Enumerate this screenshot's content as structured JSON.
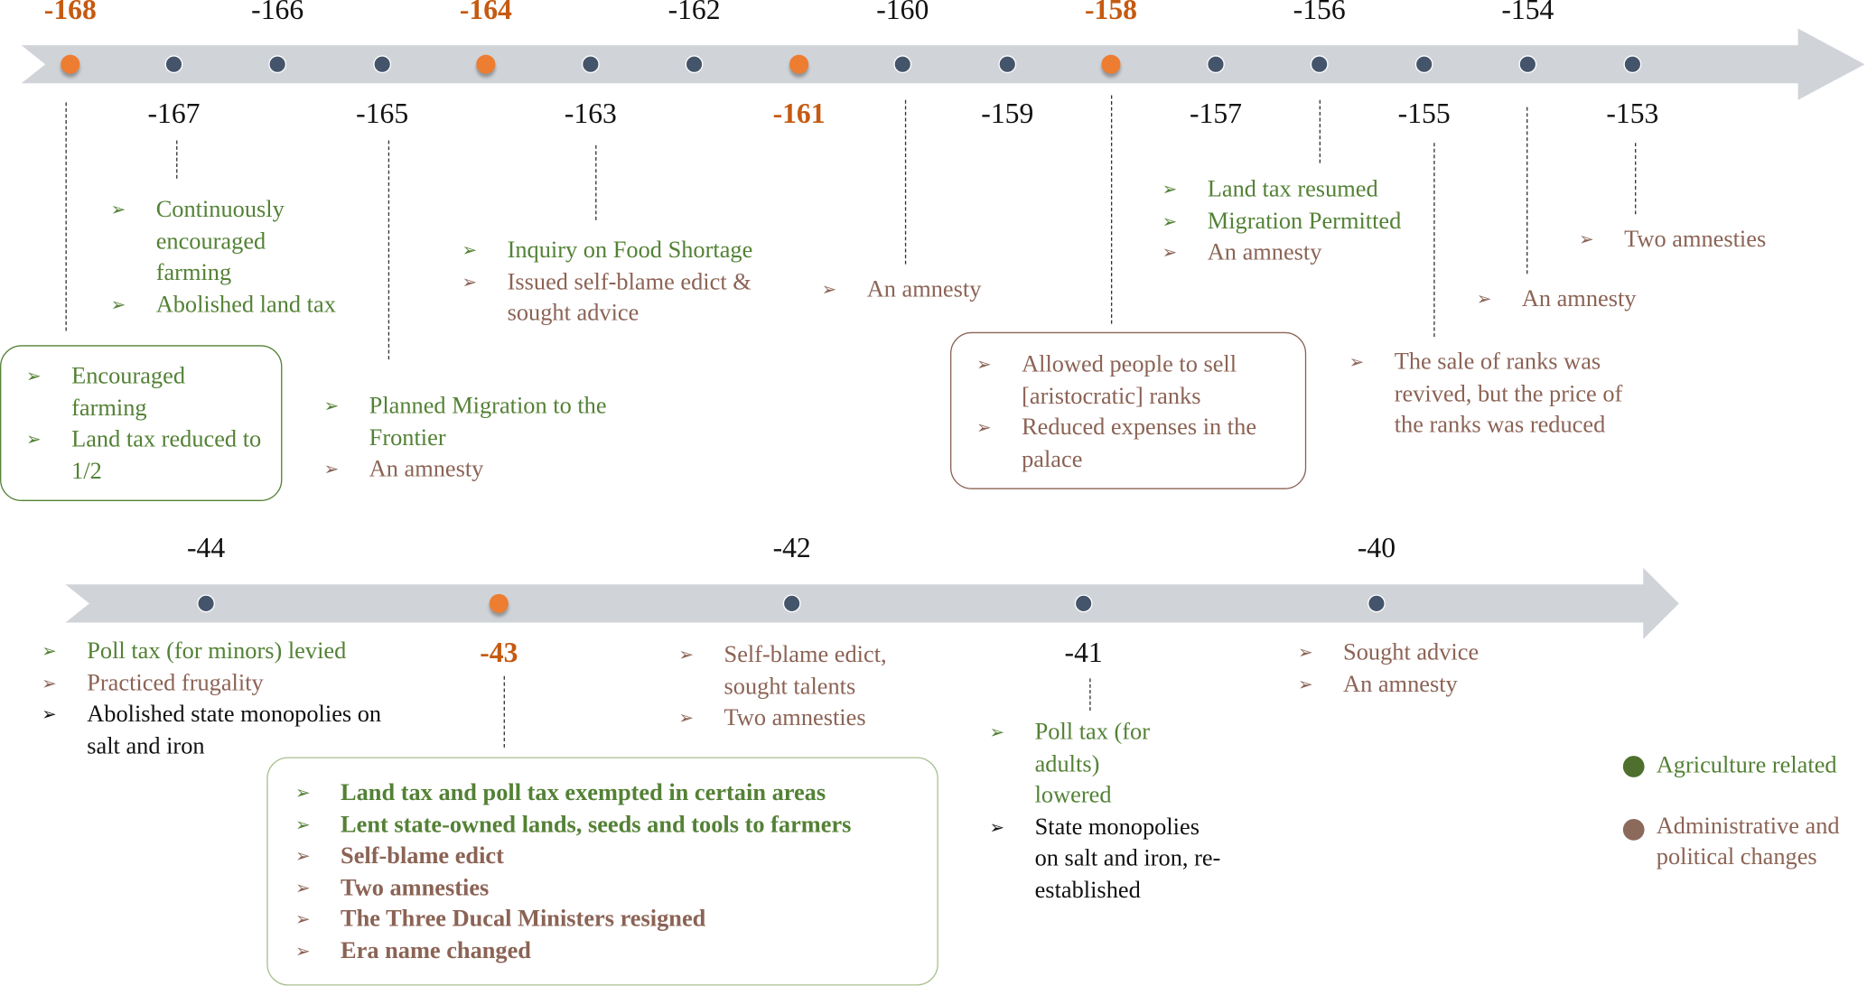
{
  "colors": {
    "highlight": "#c55a11",
    "dot_normal": "#44546a",
    "dot_highlight": "#ed7d31",
    "agriculture": "#538135",
    "administrative": "#8b6355",
    "bar": "#d0d3d8"
  },
  "top_timeline": {
    "years": [
      "-168",
      "-167",
      "-166",
      "-165",
      "-164",
      "-163",
      "-162",
      "-161",
      "-160",
      "-159",
      "-158",
      "-157",
      "-156",
      "-155",
      "-154",
      "-153"
    ],
    "highlighted": [
      "-168",
      "-164",
      "-161",
      "-158"
    ],
    "events": [
      {
        "year": "-168",
        "items": [
          "Encouraged farming",
          "Land tax reduced to 1/2"
        ]
      },
      {
        "year": "-167",
        "items": [
          "Continuously encouraged farming",
          "Abolished land tax"
        ]
      },
      {
        "year": "-165",
        "items": [
          "Planned Migration to the Frontier",
          "An amnesty"
        ]
      },
      {
        "year": "-163",
        "items": [
          "Inquiry on Food Shortage",
          "Issued self-blame edict & sought advice"
        ]
      },
      {
        "year": "-160",
        "items": [
          "An amnesty"
        ]
      },
      {
        "year": "-158",
        "items": [
          "Allowed people to sell [aristocratic] ranks",
          "Reduced expenses in the palace"
        ]
      },
      {
        "year": "-156",
        "items": [
          "Land tax resumed",
          "Migration Permitted",
          "An amnesty"
        ]
      },
      {
        "year": "-155",
        "items": [
          "The sale of ranks was revived, but the price of the ranks was reduced"
        ]
      },
      {
        "year": "-154",
        "items": [
          "An amnesty"
        ]
      },
      {
        "year": "-153",
        "items": [
          "Two amnesties"
        ]
      }
    ]
  },
  "bottom_timeline": {
    "years": [
      "-44",
      "-43",
      "-42",
      "-41",
      "-40"
    ],
    "highlighted": [
      "-43"
    ],
    "events": [
      {
        "year": "-44",
        "items": [
          "Poll tax (for minors) levied",
          "Practiced frugality",
          "Abolished state monopolies on salt and iron"
        ]
      },
      {
        "year": "-43",
        "items": [
          "Land tax and poll tax exempted in certain areas",
          "Lent state-owned lands, seeds and tools to farmers",
          "Self-blame edict",
          "Two amnesties",
          "The Three Ducal Ministers resigned",
          "Era name changed"
        ]
      },
      {
        "year": "-42",
        "items": [
          "Self-blame edict, sought talents",
          "Two amnesties"
        ]
      },
      {
        "year": "-41",
        "items": [
          "Poll tax (for adults) lowered",
          "State monopolies on salt and iron, re-established"
        ]
      },
      {
        "year": "-40",
        "items": [
          "Sought advice",
          "An amnesty"
        ]
      }
    ]
  },
  "legend": [
    {
      "label": "Agriculture related"
    },
    {
      "label": "Administrative and political changes"
    }
  ]
}
